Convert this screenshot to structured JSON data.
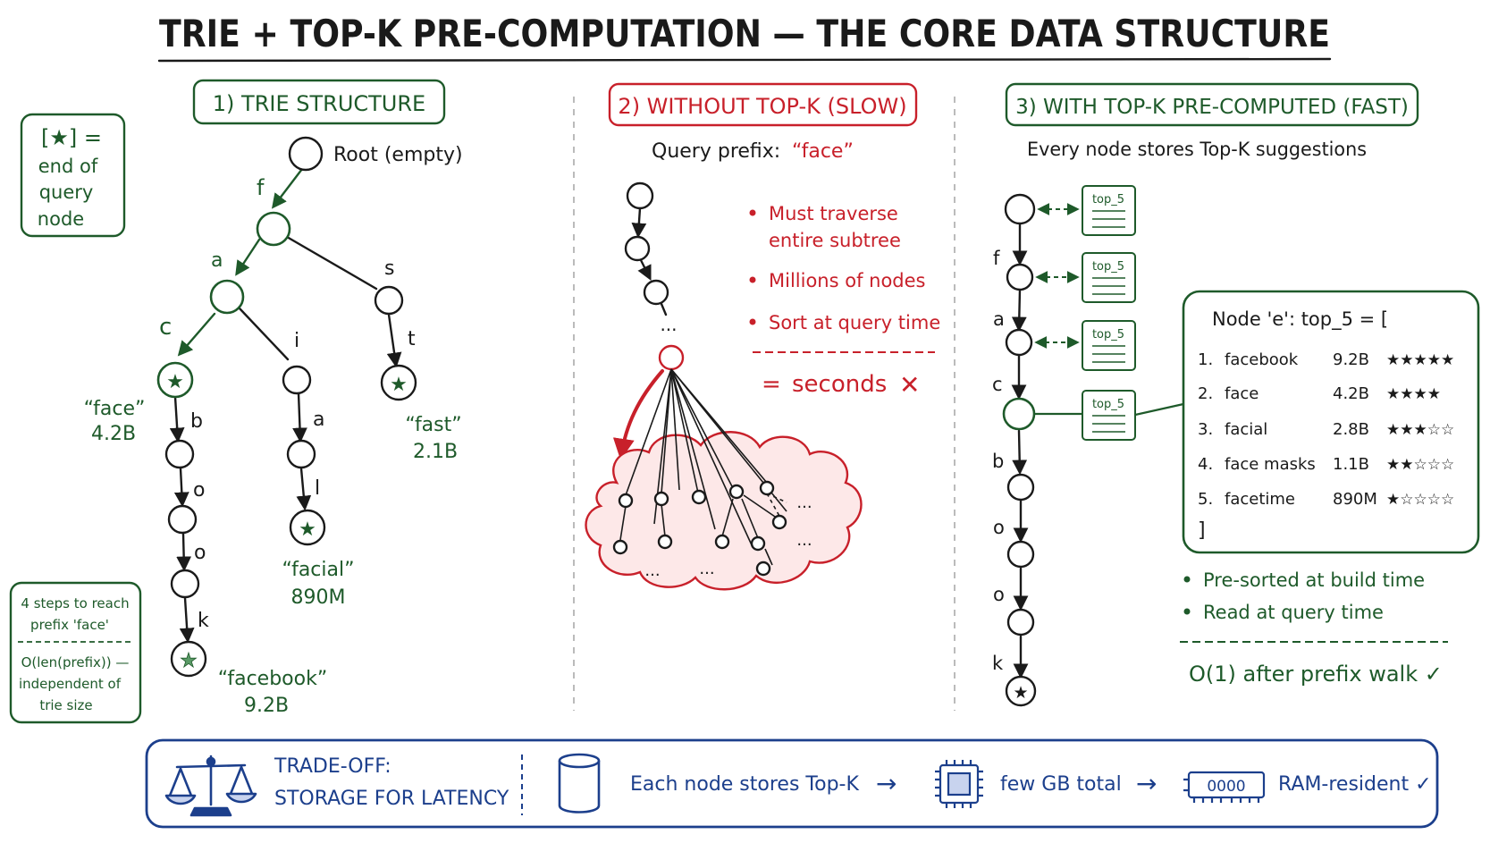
{
  "title": "TRIE + TOP-K PRE-COMPUTATION — THE CORE DATA STRUCTURE",
  "colors": {
    "green": "#1e5a2a",
    "red": "#c8202a",
    "blue": "#1c3f8c",
    "ink": "#1a1a1a"
  },
  "legend": {
    "line1": "[★] =",
    "line2": "end of",
    "line3": "query",
    "line4": "node"
  },
  "steps_box": {
    "line1": "4 steps to reach",
    "line2": "prefix 'face'",
    "line3": "O(len(prefix)) —",
    "line4": "independent of",
    "line5": "trie size"
  },
  "panel1": {
    "heading": "1) TRIE STRUCTURE",
    "root_label": "Root (empty)",
    "edge_labels": {
      "f": "f",
      "a": "a",
      "s": "s",
      "c": "c",
      "i": "i",
      "t": "t",
      "b": "b",
      "a2": "a",
      "o1": "o",
      "l": "l",
      "o2": "o",
      "k": "k"
    },
    "words": {
      "face": {
        "word": "“face”",
        "count": "4.2B"
      },
      "fast": {
        "word": "“fast”",
        "count": "2.1B"
      },
      "facial": {
        "word": "“facial”",
        "count": "890M"
      },
      "facebook": {
        "word": "“facebook”",
        "count": "9.2B"
      }
    }
  },
  "panel2": {
    "heading": "2) WITHOUT TOP-K (SLOW)",
    "query_label": "Query prefix:",
    "query_value": "“face”",
    "ellipsis": "...",
    "bullets": [
      "Must traverse",
      "entire subtree",
      "Millions of nodes",
      "Sort at query time"
    ],
    "result_prefix": "=",
    "result": "seconds",
    "result_mark": "✕",
    "cloud_ellipses": [
      "...",
      "...",
      "...",
      "..."
    ]
  },
  "panel3": {
    "heading": "3) WITH TOP-K PRE-COMPUTED (FAST)",
    "subtitle": "Every node stores Top-K suggestions",
    "chip_label": "top_5",
    "edge_labels": {
      "f": "f",
      "a": "a",
      "c": "c",
      "b": "b",
      "o1": "o",
      "o2": "o",
      "k": "k"
    },
    "box_title": "Node 'e': top_5 = [",
    "box_close": "]",
    "rows": [
      {
        "rank": "1.",
        "term": "facebook",
        "count": "9.2B",
        "stars": "★★★★★"
      },
      {
        "rank": "2.",
        "term": "face",
        "count": "4.2B",
        "stars": "★★★★"
      },
      {
        "rank": "3.",
        "term": "facial",
        "count": "2.8B",
        "stars": "★★★☆☆"
      },
      {
        "rank": "4.",
        "term": "face masks",
        "count": "1.1B",
        "stars": "★★☆☆☆"
      },
      {
        "rank": "5.",
        "term": "facetime",
        "count": "890M",
        "stars": "★☆☆☆☆"
      }
    ],
    "bullets": [
      "Pre-sorted at build time",
      "Read at query time"
    ],
    "complexity": "O(1) after prefix walk ✓"
  },
  "footer": {
    "tradeoff_line1": "TRADE-OFF:",
    "tradeoff_line2": "STORAGE FOR LATENCY",
    "step1": "Each node stores Top-K",
    "arrow": "→",
    "step2": "few GB total",
    "step3": "RAM-resident ✓",
    "ram_label": "0000"
  }
}
